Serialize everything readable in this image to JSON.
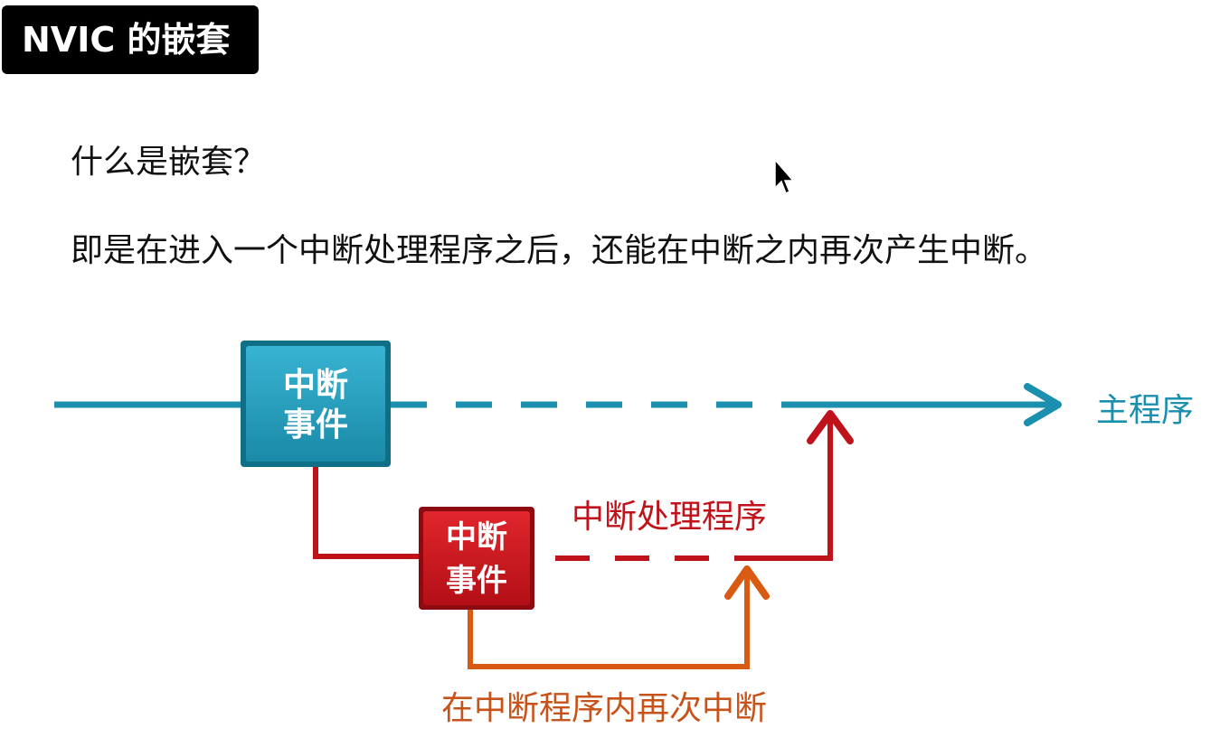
{
  "title": "NVIC 的嵌套",
  "question": "什么是嵌套？",
  "answer": "即是在进入一个中断处理程序之后，还能在中断之内再次产生中断。",
  "diagram": {
    "box1": {
      "line1": "中断",
      "line2": "事件"
    },
    "box2": {
      "line1": "中断",
      "line2": "事件"
    },
    "main_label": "主程序",
    "handler_label": "中断处理程序",
    "nested_label": "在中断程序内再次中断"
  },
  "colors": {
    "teal": "#1b8fae",
    "red": "#c0121a",
    "orange": "#d95a12"
  }
}
